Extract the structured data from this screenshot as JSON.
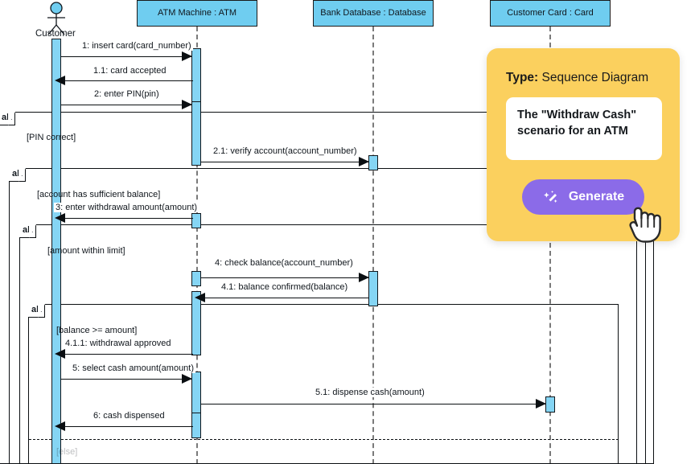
{
  "diagram": {
    "kind": "uml-sequence-diagram",
    "participants": [
      {
        "id": "customer",
        "label": "Customer",
        "shape": "actor"
      },
      {
        "id": "atm",
        "label": "ATM Machine : ATM",
        "shape": "box"
      },
      {
        "id": "db",
        "label": "Bank Database : Database",
        "shape": "box"
      },
      {
        "id": "card",
        "label": "Customer Card : Card",
        "shape": "box"
      }
    ],
    "messages": [
      {
        "n": "1",
        "label": "1: insert card(card_number)"
      },
      {
        "n": "1.1",
        "label": "1.1: card accepted"
      },
      {
        "n": "2",
        "label": "2: enter PIN(pin)"
      },
      {
        "n": "2.1",
        "label": "2.1: verify account(account_number)"
      },
      {
        "n": "3",
        "label": "3: enter withdrawal amount(amount)"
      },
      {
        "n": "4",
        "label": "4: check balance(account_number)"
      },
      {
        "n": "4.1",
        "label": "4.1: balance confirmed(balance)"
      },
      {
        "n": "4.1.1",
        "label": "4.1.1: withdrawal approved"
      },
      {
        "n": "5",
        "label": "5: select cash amount(amount)"
      },
      {
        "n": "5.1",
        "label": "5.1: dispense cash(amount)"
      },
      {
        "n": "6",
        "label": "6: cash dispensed"
      }
    ],
    "fragments": [
      {
        "operator": "alt",
        "guard": "[PIN correct]"
      },
      {
        "operator": "alt",
        "guard": "[account has sufficient balance]"
      },
      {
        "operator": "alt",
        "guard": "[amount within limit]"
      },
      {
        "operator": "alt",
        "guard": "[balance >= amount]"
      }
    ],
    "else_guard": "[else]",
    "colors": {
      "participant_fill": "#6FCDF0",
      "activation_fill": "#85D5F4",
      "line": "#0b0f12",
      "lifeline_dash": "#7a7a7a"
    }
  },
  "panel": {
    "type_label": "Type:",
    "type_value": "Sequence Diagram",
    "prompt_value": "The \"Withdraw Cash\" scenario for an ATM",
    "generate_label": "Generate",
    "sparkle_icon": "magic-wand-icon",
    "colors": {
      "panel_bg": "#FBD05E",
      "button_bg": "#8B6BE8",
      "input_bg": "#FFFFFF"
    }
  }
}
